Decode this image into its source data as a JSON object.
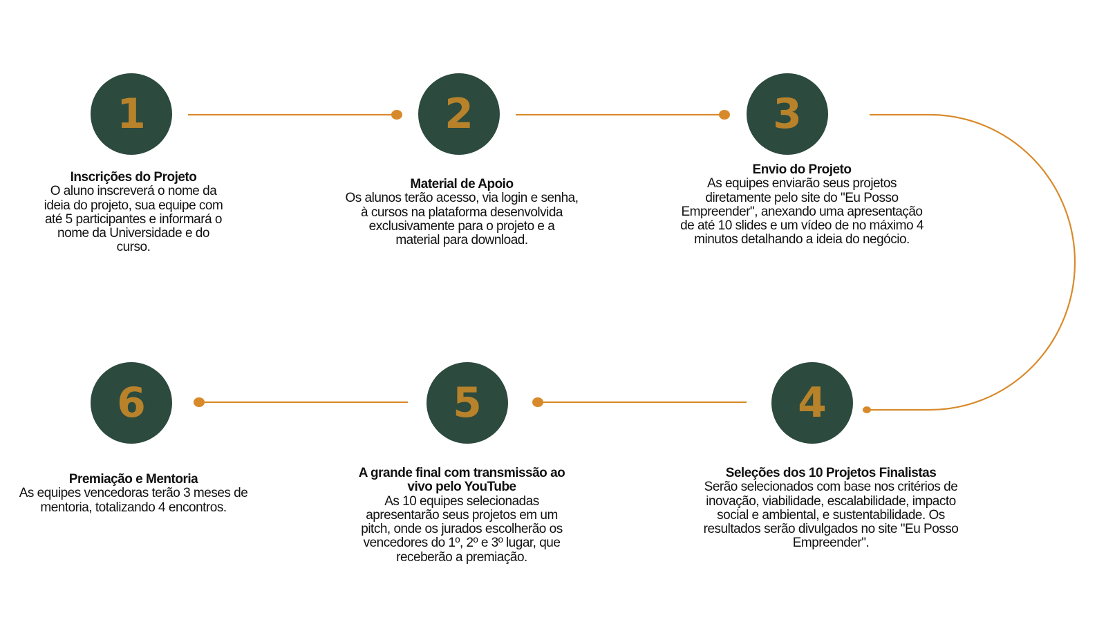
{
  "colors": {
    "circle": "#2c4a3e",
    "number": "#b8822a",
    "connector": "#d88a2a"
  },
  "steps": [
    {
      "number": "1",
      "title": [
        "Inscrições do Projeto"
      ],
      "lines": [
        "O aluno inscreverá o nome da",
        "ideia do projeto, sua equipe com",
        "até 5 participantes e informará o",
        "nome da Universidade e do",
        "curso."
      ]
    },
    {
      "number": "2",
      "title": [
        "Material de Apoio"
      ],
      "lines": [
        "Os alunos terão acesso, via login e senha,",
        "à cursos na plataforma desenvolvida",
        "exclusivamente para o projeto e a",
        "material para download."
      ]
    },
    {
      "number": "3",
      "title": [
        "Envio do Projeto"
      ],
      "lines": [
        "As equipes enviarão seus projetos",
        "diretamente pelo site do \"Eu Posso",
        "Empreender\", anexando uma apresentação",
        "de até 10 slides e um vídeo de no máximo 4",
        "minutos detalhando a ideia do negócio."
      ]
    },
    {
      "number": "4",
      "title": [
        "Seleções dos 10 Projetos Finalistas"
      ],
      "lines": [
        "Serão selecionados com base nos critérios de",
        "inovação, viabilidade, escalabilidade, impacto",
        "social e ambiental, e sustentabilidade. Os",
        "resultados serão divulgados no site \"Eu Posso",
        "Empreender\"."
      ]
    },
    {
      "number": "5",
      "title": [
        "A grande final com transmissão ao",
        "vivo pelo YouTube"
      ],
      "lines": [
        "As 10 equipes selecionadas",
        "apresentarão seus projetos em um",
        "pitch, onde os jurados escolherão os",
        "vencedores do 1º, 2º e 3º lugar, que",
        "receberão a premiação."
      ]
    },
    {
      "number": "6",
      "title": [
        "Premiação e Mentoria"
      ],
      "lines": [
        "As equipes vencedoras terão 3 meses de",
        "mentoria, totalizando 4 encontros."
      ]
    }
  ]
}
